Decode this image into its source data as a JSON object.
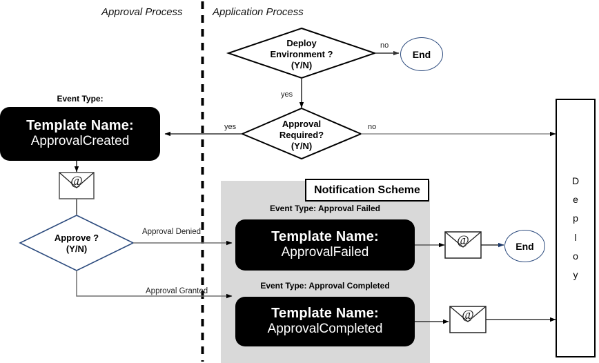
{
  "diagram": {
    "title": "Approval / Application process flow",
    "lanes": [
      {
        "name": "approval-lane",
        "label": "Approval Process"
      },
      {
        "name": "application-lane",
        "label": "Application Process"
      }
    ],
    "decisions": [
      {
        "id": "deploy-environment",
        "line1": "Deploy",
        "line2": "Environment ?",
        "line3": "(Y/N)"
      },
      {
        "id": "approval-required",
        "line1": "Approval",
        "line2": "Required?",
        "line3": "(Y/N)"
      },
      {
        "id": "approve",
        "line1": "Approve ?",
        "line2": "(Y/N)",
        "line3": ""
      }
    ],
    "edge_labels": {
      "deploy_no": "no",
      "deploy_yes": "yes",
      "approval_required_yes": "yes",
      "approval_required_no": "no",
      "approval_denied": "Approval Denied",
      "approval_granted": "Approval Granted"
    },
    "terminators": [
      {
        "id": "end-top",
        "label": "End"
      },
      {
        "id": "end-failed",
        "label": "End"
      }
    ],
    "templates": [
      {
        "id": "approval-created",
        "event_label": "Event Type:",
        "title": "Template Name:",
        "name": "ApprovalCreated"
      },
      {
        "id": "approval-failed",
        "event_label": "Event Type: Approval Failed",
        "title": "Template Name:",
        "name": "ApprovalFailed"
      },
      {
        "id": "approval-completed",
        "event_label": "Event Type: Approval Completed",
        "title": "Template Name:",
        "name": "ApprovalCompleted"
      }
    ],
    "notification_scheme": {
      "label": "Notification Scheme"
    },
    "deploy_rail": {
      "label": "Deploy",
      "letters": [
        "D",
        "e",
        "p",
        "l",
        "o",
        "y"
      ]
    },
    "mail_icons": [
      {
        "id": "mail-after-approval-created",
        "glyph": "@"
      },
      {
        "id": "mail-after-approval-failed",
        "glyph": "@"
      },
      {
        "id": "mail-after-approval-completed",
        "glyph": "@"
      }
    ],
    "colors": {
      "background": "#ffffff",
      "template_box": "#000000",
      "template_text": "#ffffff",
      "gray_region": "#d9d9d9",
      "decision_stroke_dark": "#000000",
      "decision_stroke_blue": "#2b4a7d",
      "terminator_stroke": "#2b4a7d",
      "connector": "#3b3b3b",
      "divider": "#000000"
    }
  }
}
